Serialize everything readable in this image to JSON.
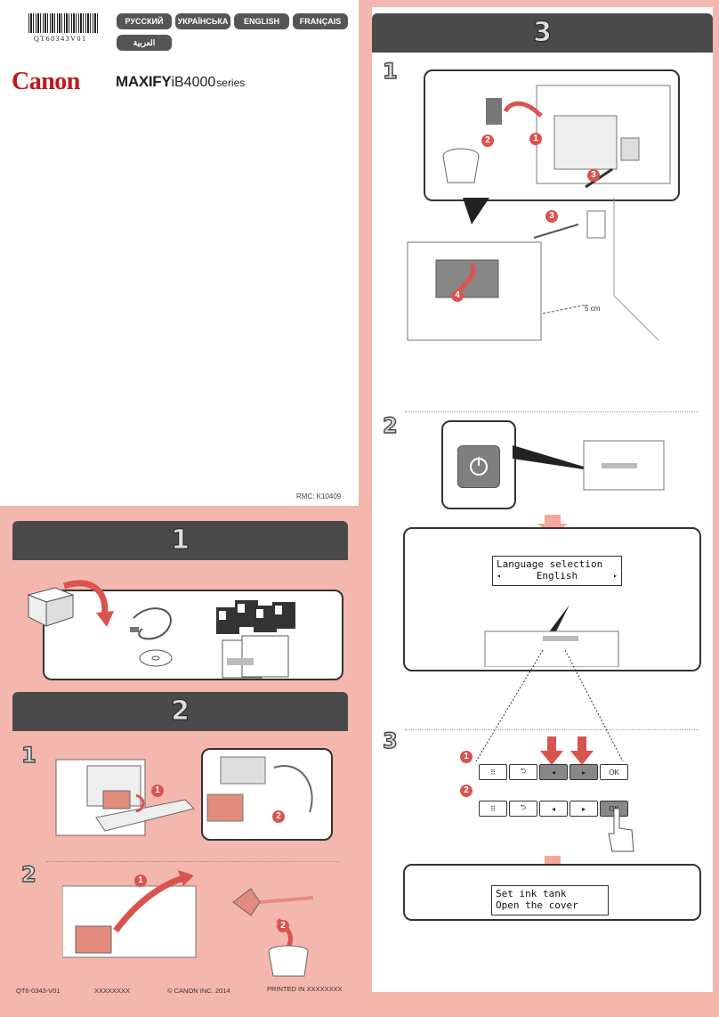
{
  "barcode_text": "QT60343V01",
  "languages": [
    "РУССКИЙ",
    "УКРАЇНСЬКА",
    "ENGLISH",
    "FRANÇAIS",
    "العربية"
  ],
  "brand": "Canon",
  "product_prefix": "MAXIFY",
  "product_model": "iB4000",
  "product_suffix": "series",
  "rmc": "RMC: K10409",
  "sections": {
    "s1": "1",
    "s2": "2",
    "s3": "3"
  },
  "substeps": {
    "s2_1": "1",
    "s2_2": "2",
    "s3_1": "1",
    "s3_2": "2",
    "s3_3": "3"
  },
  "callouts": {
    "s3_1_a": "1",
    "s3_1_b": "2",
    "s3_1_c": "3",
    "s3_1_d": "3",
    "s3_1_e": "4",
    "s2_1_a": "1",
    "s2_1_b": "2",
    "s2_2_a": "1",
    "s2_2_b": "2",
    "s3_3_a": "1",
    "s3_3_b": "2"
  },
  "distance_label": "5 cm",
  "lcd1": {
    "line1": "Language selection",
    "line2": "English",
    "left": "◂",
    "right": "▸"
  },
  "lcd2": {
    "line1": "Set ink tank",
    "line2": "Open the cover"
  },
  "keys": [
    "⠿",
    "⮌",
    "◂",
    "▸",
    "OK"
  ],
  "footer": {
    "code": "QT6-0343-V01",
    "x1": "XXXXXXXX",
    "copyright": "© CANON INC. 2014",
    "printed": "PRINTED IN XXXXXXXX"
  },
  "colors": {
    "brand_red": "#c4161c",
    "accent_arrow": "#d9534f",
    "background_pink": "#f4b7ad"
  }
}
